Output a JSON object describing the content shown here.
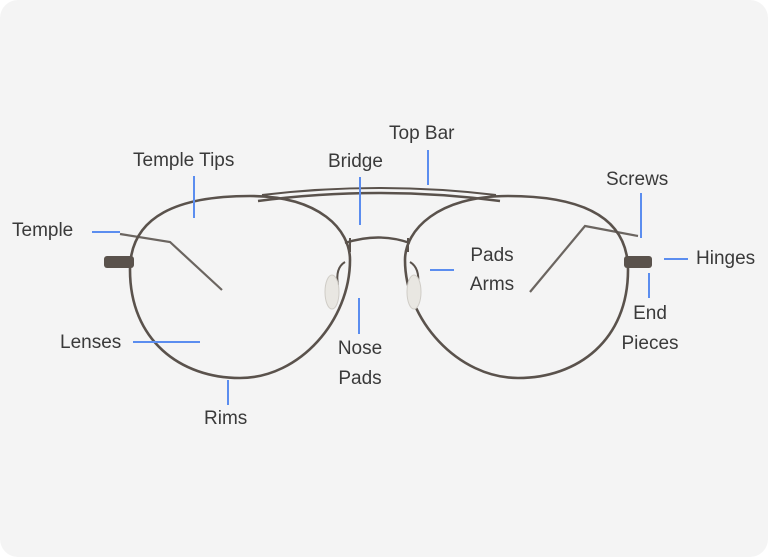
{
  "labels": {
    "temple": "Temple",
    "temple_tips": "Temple Tips",
    "bridge": "Bridge",
    "top_bar": "Top Bar",
    "screws": "Screws",
    "hinges": "Hinges",
    "end_pieces": [
      "End",
      "Pieces"
    ],
    "pads_arms": [
      "Pads",
      "Arms"
    ],
    "nose_pads": [
      "Nose",
      "Pads"
    ],
    "lenses": "Lenses",
    "rims": "Rims"
  },
  "colors": {
    "background": "#f4f4f4",
    "leader_line": "#5b8def",
    "frame": "#5a524c",
    "text": "#3a3a3a"
  }
}
